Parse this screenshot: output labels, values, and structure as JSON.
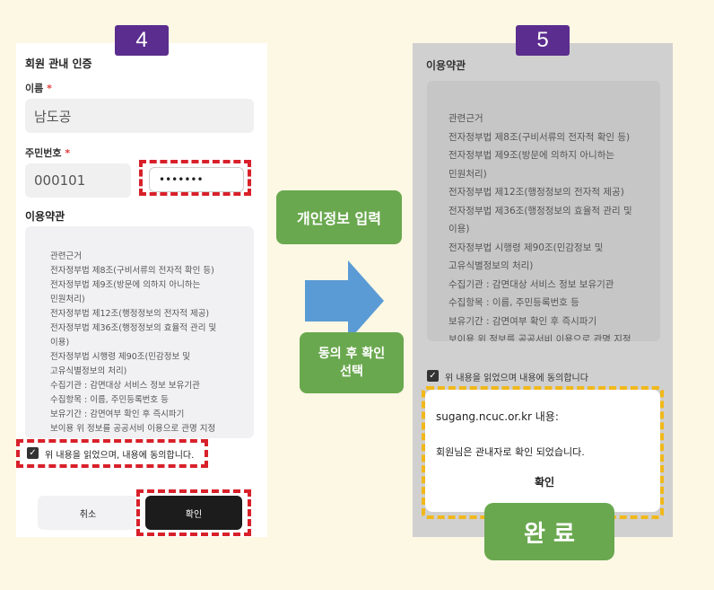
{
  "step4": {
    "badge": "4",
    "title": "회원 관내 인증",
    "name_label": "이름",
    "required_mark": "*",
    "name_value": "남도공",
    "id_label": "주민번호",
    "id_front": "000101",
    "id_back": "•••••••",
    "terms_title": "이용약관",
    "terms_lines": [
      "관련근거",
      "전자정부법 제8조(구비서류의 전자적 확인 등)",
      "전자정부법 제9조(방문에 의하지 아니하는",
      "민원처리)",
      "전자정부법 제12조(행정정보의 전자적 제공)",
      "전자정부법 제36조(행정정보의 효율적 관리 및",
      "이용)",
      "전자정부법 시행령 제90조(민감정보 및",
      "고유식별정보의 처리)",
      "수집기관 : 감면대상 서비스 정보 보유기관",
      "수집항목 : 이름, 주민등록번호 등",
      "보유기간 : 감면여부 확인 후 즉시파기",
      "보이용 위 정보를 공공서비 이용으로 관명 지정"
    ],
    "agree_text": "위 내용을 읽었으며, 내용에 동의합니다.",
    "cancel_label": "취소",
    "confirm_label": "확인"
  },
  "middle": {
    "box1": "개인정보 입력",
    "box2_line1": "동의 후 확인",
    "box2_line2": "선택",
    "arrow_color": "#5b9bd5"
  },
  "step5": {
    "badge": "5",
    "terms_title": "이용약관",
    "terms_lines": [
      "관련근거",
      "전자정부법 제8조(구비서류의 전자적 확인 등)",
      "전자정부법 제9조(방문에 의하지 아니하는",
      "민원처리)",
      "전자정부법 제12조(행정정보의 전자적 제공)",
      "전자정부법 제36조(행정정보의 효율적 관리 및",
      "이용)",
      "전자정부법 시행령 제90조(민감정보 및",
      "고유식별정보의 처리)",
      "수집기관 : 감면대상 서비스 정보 보유기관",
      "수집항목 : 이름, 주민등록번호 등",
      "보유기간 : 감면여부 확인 후 즉시파기",
      "보이용 위 정보를 공공서비 이용으로 관명 지정"
    ],
    "agree_text": "위 내용을 읽었으며 내용에 동의합니다",
    "dialog_host": "sugang.ncuc.or.kr 내용:",
    "dialog_message": "회원님은 관내자로 확인 되었습니다.",
    "dialog_ok": "확인",
    "complete_label": "완 료"
  },
  "colors": {
    "badge": "#5b2d8e",
    "green": "#6aa84f",
    "red_dash": "#d8202a",
    "yellow_dash": "#f1b81a",
    "background": "#fdf8e4"
  }
}
